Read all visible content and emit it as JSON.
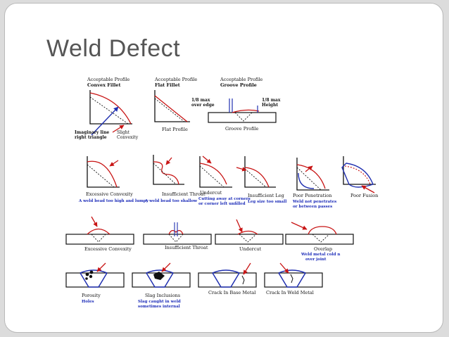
{
  "title": "Weld Defect",
  "colors": {
    "line": "#111111",
    "red": "#c81414",
    "blue": "#2030b0",
    "caption_blue": "#1a2ab8"
  },
  "row1": {
    "convex": {
      "heading1": "Acceptable Profile",
      "heading2": "Convex Fillet",
      "note1": "Imaginary line",
      "note2": "right triangle",
      "note3": "Slight",
      "note4": "Convexity"
    },
    "flat": {
      "heading1": "Acceptable Profile",
      "heading2": "Flat Fillet",
      "caption": "Flat Profile"
    },
    "groove": {
      "heading1": "Acceptable Profile",
      "heading2": "Groove Profile",
      "left1": "1/8 max",
      "left2": "over edge",
      "right1": "1/8 max",
      "right2": "Height",
      "caption": "Groove Profile"
    }
  },
  "row2": {
    "excessive": {
      "label": "Excessive Convexity",
      "desc": "A weld bead too high and lumpy"
    },
    "insufficient": {
      "label": "Insufficient Throat",
      "desc": "A weld bead too shallow"
    },
    "undercut": {
      "label": "Undercut",
      "desc1": "Cutting away at corners",
      "desc2": "or corner left unfilled"
    },
    "insleg": {
      "label": "Insufficient Leg",
      "desc": "Leg size too small"
    },
    "poorpen": {
      "label": "Poor Penetration",
      "desc1": "Weld not penetrates",
      "desc2": "or between passes"
    },
    "poorfusion": {
      "label": "Poor Fusion"
    }
  },
  "row3": {
    "excessive": {
      "label": "Excessive Convexity"
    },
    "insufficient": {
      "label": "Insufficient Throat"
    },
    "undercut": {
      "label": "Undercut"
    },
    "overlap": {
      "label": "Overlap",
      "desc1": "Weld metal cold n",
      "desc2": "over joint"
    }
  },
  "row4": {
    "porosity": {
      "label": "Porosity",
      "desc": "Holes"
    },
    "slag": {
      "label": "Slag Inclusions",
      "desc1": "Slag caught in weld",
      "desc2": "sometimes internal"
    },
    "crackbase": {
      "label": "Crack In Base Metal"
    },
    "crackweld": {
      "label": "Crack In Weld Metal"
    }
  }
}
